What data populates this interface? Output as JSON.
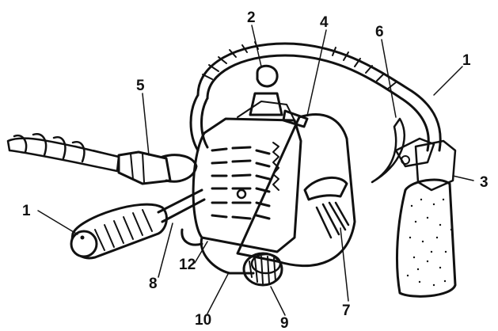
{
  "diagram": {
    "callouts": [
      {
        "id": "c1a",
        "text": "1"
      },
      {
        "id": "c1b",
        "text": "1"
      },
      {
        "id": "c2",
        "text": "2"
      },
      {
        "id": "c3",
        "text": "3"
      },
      {
        "id": "c4",
        "text": "4"
      },
      {
        "id": "c5",
        "text": "5"
      },
      {
        "id": "c6",
        "text": "6"
      },
      {
        "id": "c7",
        "text": "7"
      },
      {
        "id": "c8",
        "text": "8"
      },
      {
        "id": "c9",
        "text": "9"
      },
      {
        "id": "c10",
        "text": "10"
      },
      {
        "id": "c12",
        "text": "12"
      }
    ]
  },
  "colors": {
    "ink": "#111111",
    "paper": "#ffffff"
  }
}
